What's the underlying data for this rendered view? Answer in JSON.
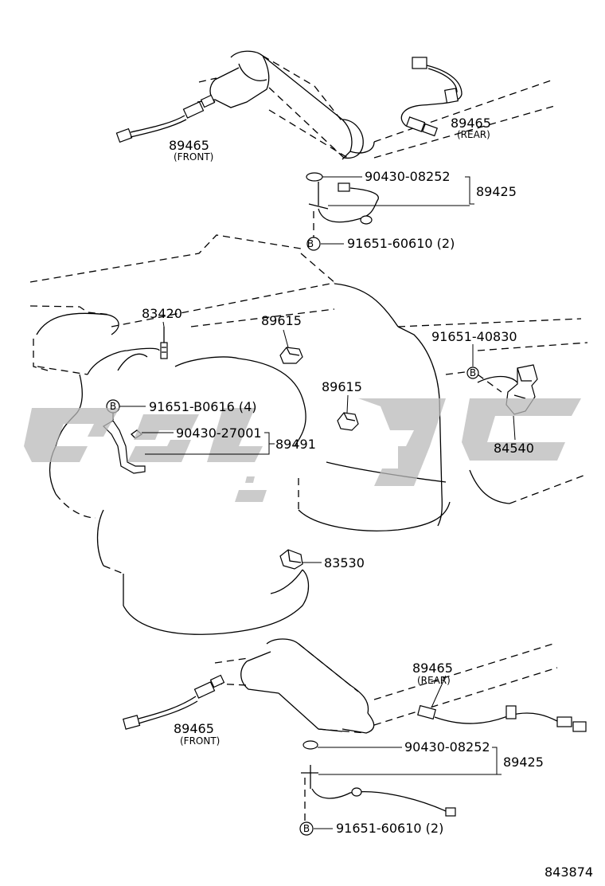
{
  "diagram_id": "843874",
  "callouts": {
    "c89465_top_front": {
      "num": "89465",
      "note": "(FRONT)"
    },
    "c89465_top_rear": {
      "num": "89465",
      "note": "(REAR)"
    },
    "c90430_08252_top": {
      "num": "90430-08252"
    },
    "c89425_top": {
      "num": "89425"
    },
    "c91651_60610_top": {
      "num": "91651-60610 (2)"
    },
    "c83420": {
      "num": "83420"
    },
    "c89615_a": {
      "num": "89615"
    },
    "c91651_40830": {
      "num": "91651-40830"
    },
    "c89615_b": {
      "num": "89615"
    },
    "c91651_b0616": {
      "num": "91651-B0616 (4)"
    },
    "c90430_27001": {
      "num": "90430-27001"
    },
    "c89491": {
      "num": "89491"
    },
    "c84540": {
      "num": "84540"
    },
    "c83530": {
      "num": "83530"
    },
    "c89465_bot_rear": {
      "num": "89465",
      "note": "(REAR)"
    },
    "c89465_bot_front": {
      "num": "89465",
      "note": "(FRONT)"
    },
    "c90430_08252_bot": {
      "num": "90430-08252"
    },
    "c89425_bot": {
      "num": "89425"
    },
    "c91651_60610_bot": {
      "num": "91651-60610 (2)"
    }
  },
  "bolt_marker": "B",
  "watermark": {
    "color": "#b9b9b9"
  }
}
